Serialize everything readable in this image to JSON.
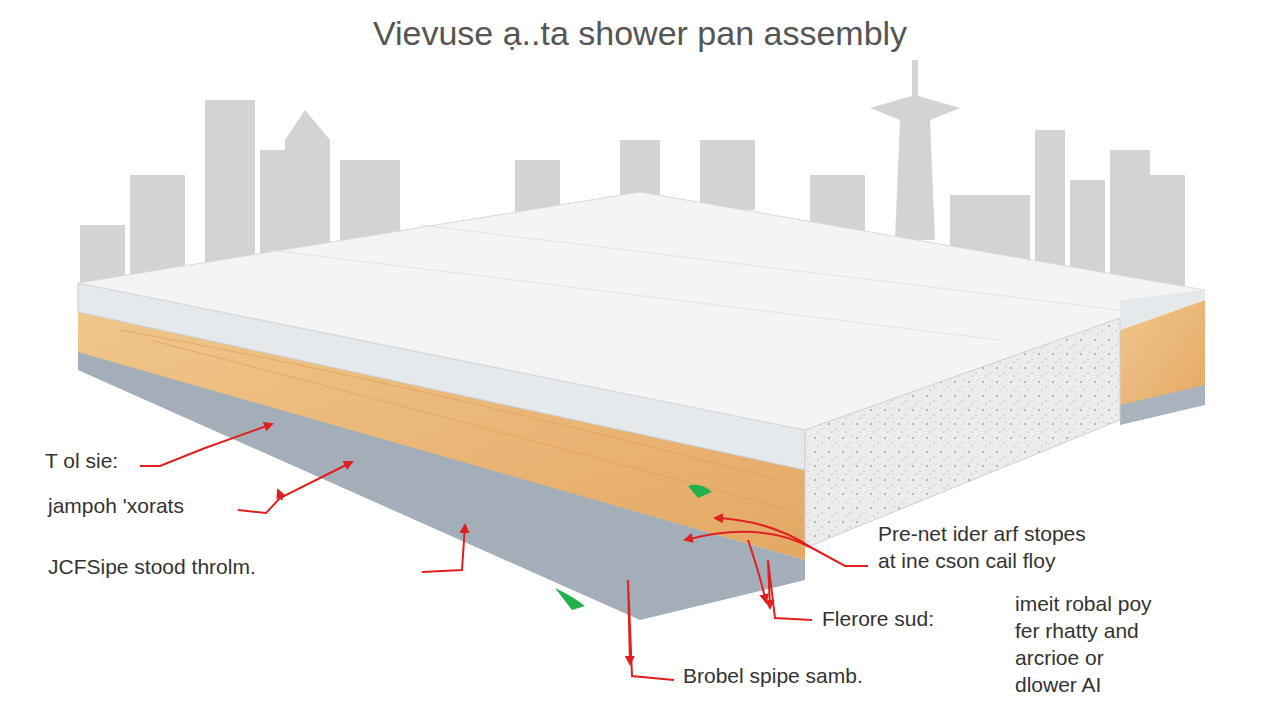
{
  "diagram": {
    "title": "Vievuse ạ..ta shower pan assembly",
    "labels": [
      "T ol sie:",
      "jampoh 'xorats",
      "JCFSipe stood throlm.",
      "Pre-net ider arf stopes at ine cson cail floy",
      "Flerore sud:",
      "Brobel spipe samb.",
      "imeit robal poy fer rhatty and arcrioe or dlower AI"
    ]
  }
}
